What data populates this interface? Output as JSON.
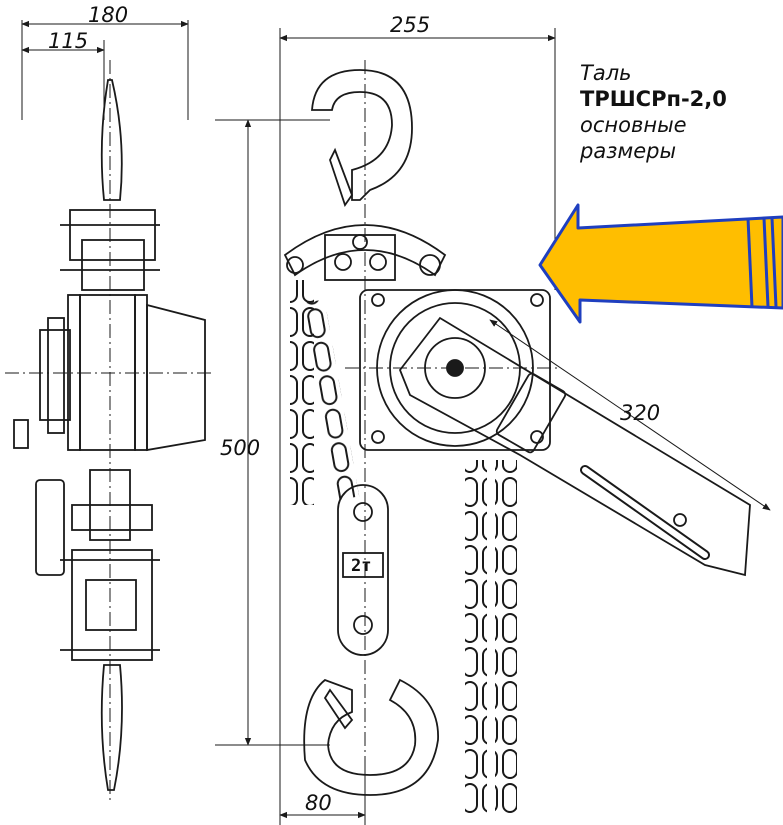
{
  "title": {
    "line1": "Таль",
    "model": "ТРШСРп-2,0",
    "line3": "основные",
    "line4": "размеры"
  },
  "dimensions": {
    "side_total_width": "180",
    "side_partial_width": "115",
    "front_width": "255",
    "height": "500",
    "lever_length": "320",
    "hook_width": "80"
  },
  "labels": {
    "capacity_plate": "2т"
  },
  "colors": {
    "arrow_fill": "#FFBE00",
    "arrow_stroke": "#1F3FBF",
    "line": "#1a1a1a"
  }
}
